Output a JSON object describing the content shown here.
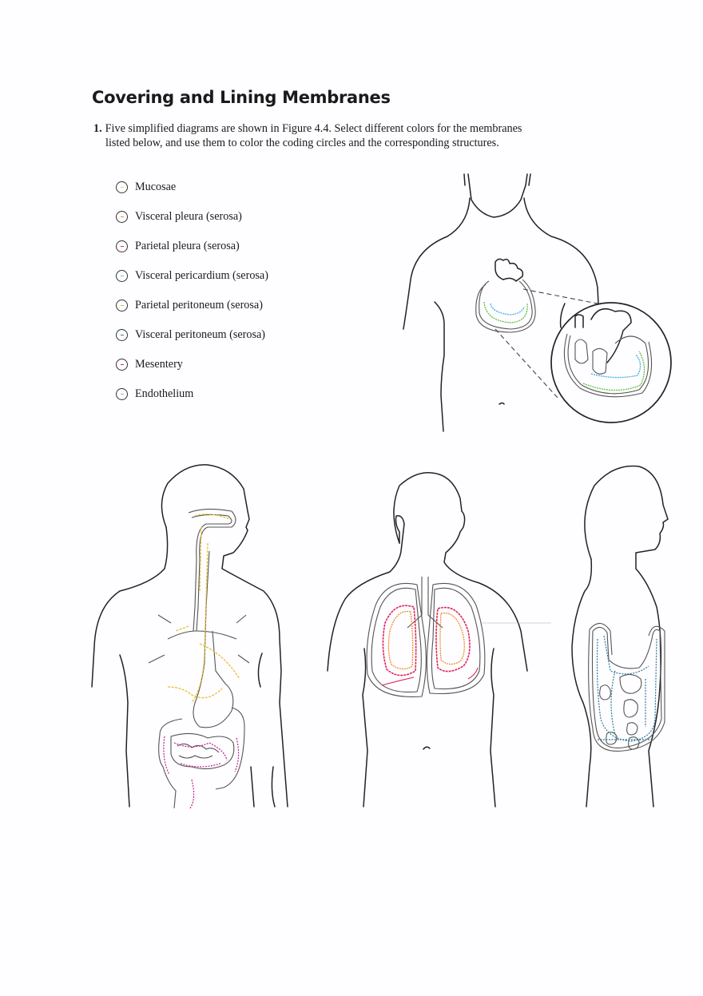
{
  "section_title": "Covering and Lining Membranes",
  "question": {
    "number": "1.",
    "line1": "Five simplified diagrams are shown in Figure 4.4. Select different colors for the membranes",
    "line2": "listed below, and use them to color the coding circles and the corresponding structures."
  },
  "legend": [
    {
      "label": "Mucosae",
      "color": "#d8d860"
    },
    {
      "label": "Visceral pleura (serosa)",
      "color": "#f0902a"
    },
    {
      "label": "Parietal pleura (serosa)",
      "color": "#e0245a"
    },
    {
      "label": "Visceral pericardium (serosa)",
      "color": "#5cc8c0"
    },
    {
      "label": "Parietal peritoneum (serosa)",
      "color": "#a8c830"
    },
    {
      "label": "Visceral peritoneum (serosa)",
      "color": "#2a7aa0"
    },
    {
      "label": "Mesentery",
      "color": "#c02090"
    },
    {
      "label": "Endothelium",
      "color": "#c8a0a0"
    }
  ],
  "diagrams": [
    {
      "name": "Heart / pericardium (anterior torso with magnified inset)",
      "colors_used": [
        "#60c040",
        "#40b0e0"
      ]
    },
    {
      "name": "Digestive and respiratory tracts (mucosae)",
      "colors_used": [
        "#e8c030",
        "#c02090"
      ]
    },
    {
      "name": "Lungs / pleurae",
      "colors_used": [
        "#f0902a",
        "#e0245a"
      ]
    },
    {
      "name": "Abdominal cavity lateral view (peritoneum)",
      "colors_used": [
        "#2a7aa0"
      ]
    }
  ]
}
